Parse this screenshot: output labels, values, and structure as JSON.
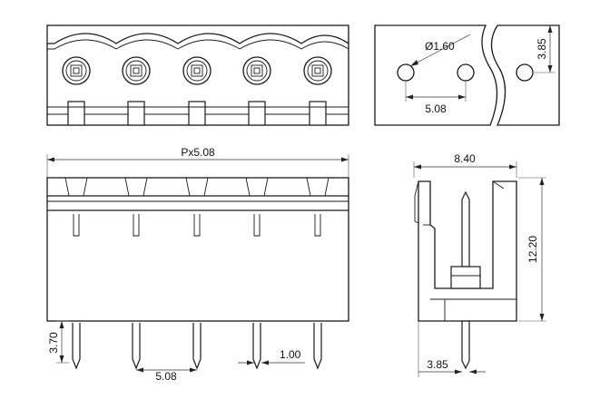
{
  "dimensions": {
    "hole_diameter": "Ø1.60",
    "hole_offset": "3.85",
    "hole_pitch": "5.08",
    "pitch_total": "Px5.08",
    "width": "8.40",
    "height": "12.20",
    "pin_length": "3.70",
    "pin_pitch": "5.08",
    "pin_thickness": "1.00",
    "pin_offset": "3.85"
  }
}
